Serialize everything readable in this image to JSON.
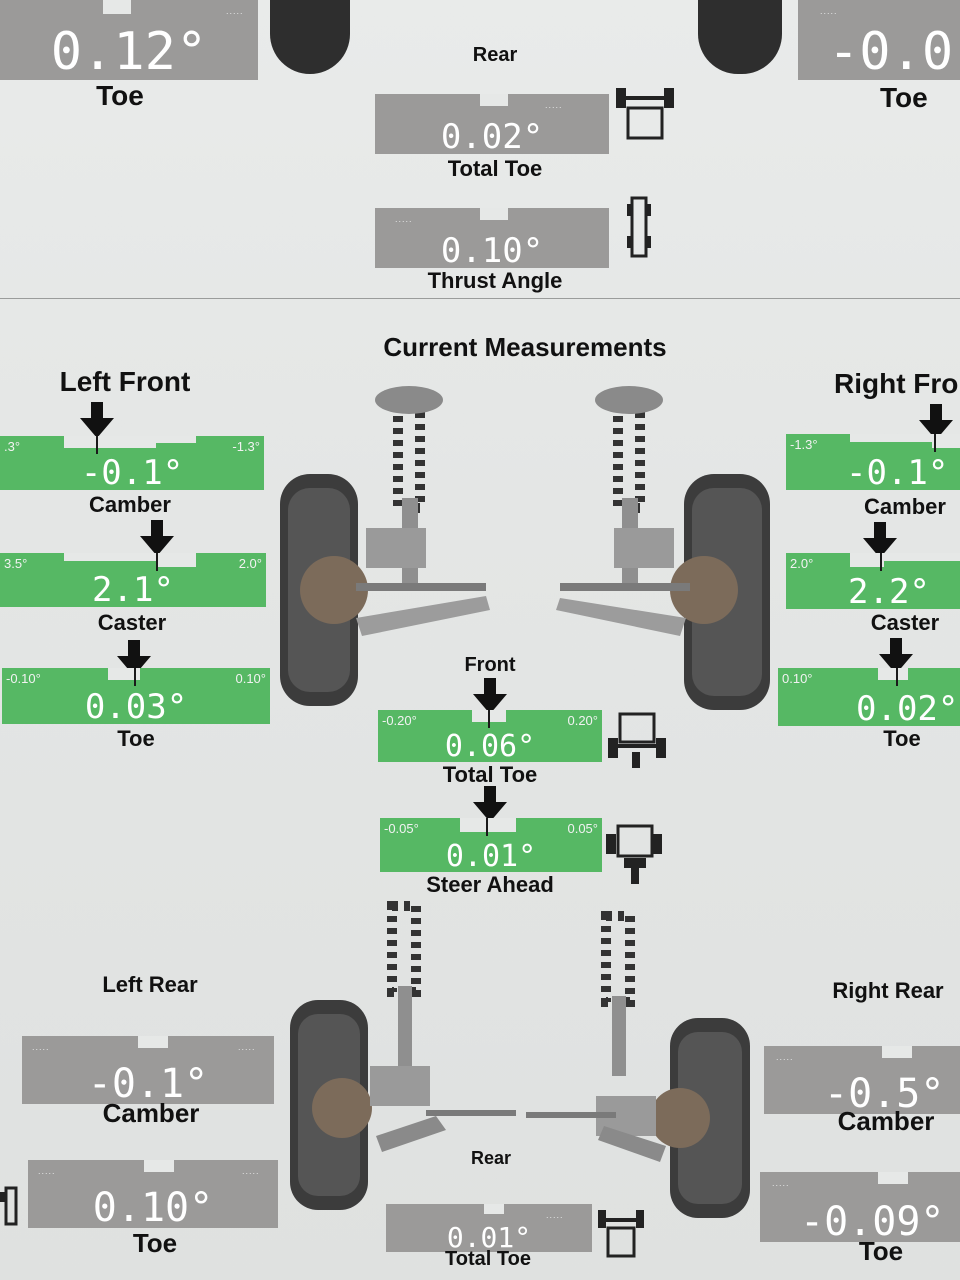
{
  "previous": {
    "rear_heading": "Rear",
    "left_toe": {
      "value": "0.12°",
      "caption": "Toe"
    },
    "right_toe": {
      "value": "-0.0",
      "caption": "Toe"
    },
    "total_toe": {
      "value": "0.02°",
      "caption": "Total Toe"
    },
    "thrust_angle": {
      "value": "0.10°",
      "caption": "Thrust Angle"
    }
  },
  "current": {
    "title": "Current Measurements",
    "left_front": {
      "heading": "Left Front",
      "camber": {
        "value": "-0.1°",
        "caption": "Camber",
        "min": ".3°",
        "max": "-1.3°"
      },
      "caster": {
        "value": "2.1°",
        "caption": "Caster",
        "min": "3.5°",
        "max": "2.0°"
      },
      "toe": {
        "value": "0.03°",
        "caption": "Toe",
        "min": "-0.10°",
        "max": "0.10°"
      }
    },
    "right_front": {
      "heading": "Right Fro",
      "camber": {
        "value": "-0.1°",
        "caption": "Camber",
        "min": "-1.3°"
      },
      "caster": {
        "value": "2.2°",
        "caption": "Caster",
        "min": "2.0°"
      },
      "toe": {
        "value": "0.02°",
        "caption": "Toe",
        "min": "0.10°"
      }
    },
    "front": {
      "heading": "Front",
      "total_toe": {
        "value": "0.06°",
        "caption": "Total Toe",
        "min": "-0.20°",
        "max": "0.20°"
      },
      "steer_ahead": {
        "value": "0.01°",
        "caption": "Steer Ahead",
        "min": "-0.05°",
        "max": "0.05°"
      }
    },
    "left_rear": {
      "heading": "Left Rear",
      "camber": {
        "value": "-0.1°",
        "caption": "Camber"
      },
      "toe": {
        "value": "0.10°",
        "caption": "Toe"
      }
    },
    "right_rear": {
      "heading": "Right Rear",
      "camber": {
        "value": "-0.5°",
        "caption": "Camber"
      },
      "toe": {
        "value": "-0.09°",
        "caption": "Toe"
      }
    },
    "rear": {
      "heading": "Rear",
      "total_toe": {
        "value": "0.01°",
        "caption": "Total Toe"
      }
    }
  },
  "colors": {
    "in_spec": "#56b864",
    "no_spec": "#9b9a99"
  }
}
